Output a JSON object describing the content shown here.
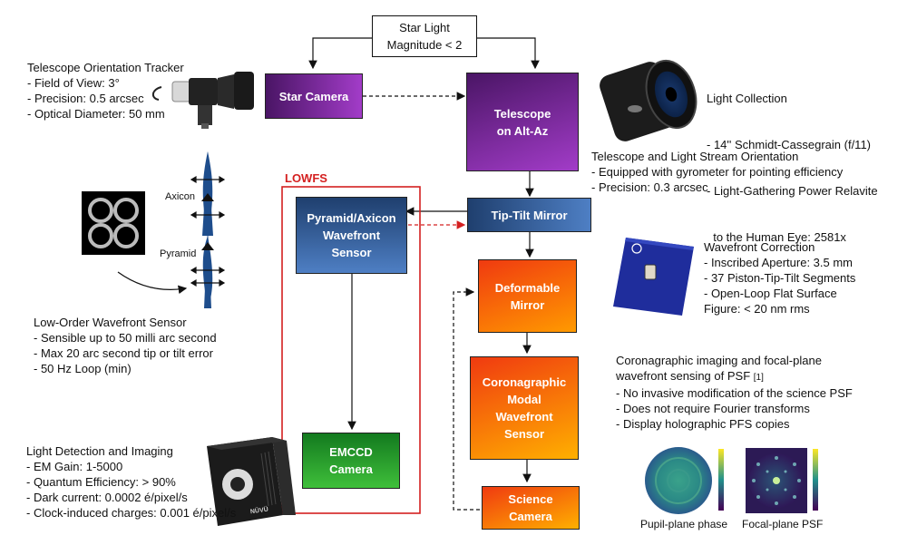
{
  "nodes": {
    "star_light": "Star Light\nMagnitude < 2",
    "star_camera": "Star Camera",
    "telescope": "Telescope\non Alt-Az",
    "tip_tilt": "Tip-Tilt Mirror",
    "pyramid_sensor": "Pyramid/Axicon\nWavefront\nSensor",
    "deformable_mirror": "Deformable\nMirror",
    "coronagraphic_sensor": "Coronagraphic\nModal\nWavefront\nSensor",
    "emccd": "EMCCD\nCamera",
    "science_camera": "Science\nCamera"
  },
  "lowfs_label": "LOWFS",
  "tracker": {
    "title": "Telescope Orientation Tracker",
    "items": [
      "- Field of View: 3°",
      "- Precision: 0.5 arcsec",
      "- Optical Diameter: 50 mm"
    ]
  },
  "light_collection": {
    "title": "Light Collection",
    "items": [
      "- 14'' Schmidt-Cassegrain (f/11)",
      "- Light-Gathering Power Relavite",
      "  to the Human Eye: 2581x"
    ]
  },
  "orientation": {
    "title": "Telescope and Light Stream Orientation",
    "items": [
      "- Equipped with gyrometer for pointing efficiency",
      "- Precision: 0.3 arcsec"
    ]
  },
  "optics_labels": {
    "axicon": "Axicon",
    "pyramid": "Pyramid"
  },
  "low_order": {
    "title": "Low-Order Wavefront Sensor",
    "items": [
      "- Sensible up to 50 milli arc second",
      "- Max 20 arc second tip or tilt error",
      "- 50 Hz Loop (min)"
    ]
  },
  "wavefront_correction": {
    "title": "Wavefront Correction",
    "items": [
      "- Inscribed Aperture: 3.5 mm",
      "- 37 Piston-Tip-Tilt Segments",
      "- Open-Loop Flat Surface",
      "Figure: < 20 nm rms"
    ]
  },
  "coronagraphic": {
    "title": "Coronagraphic imaging and focal-plane",
    "title2": "wavefront sensing of PSF",
    "ref": "[1]",
    "items": [
      "- No invasive modification of the science PSF",
      "- Does not require Fourier transforms",
      "- Display holographic PFS copies"
    ]
  },
  "detection": {
    "title": "Light Detection and Imaging",
    "items": [
      "- EM Gain: 1-5000",
      "- Quantum Efficiency: > 90%",
      "- Dark current: 0.0002 é/pixel/s",
      "- Clock-induced charges: 0.001 é/pixel/s"
    ]
  },
  "camera_brand": "NÜVÜ",
  "captions": {
    "pupil": "Pupil-plane phase",
    "focal": "Focal-plane PSF"
  },
  "colors": {
    "purple_dark": "#4a1565",
    "purple_light": "#a23cc8",
    "blue_dark": "#1f3f6e",
    "blue_light": "#4e7fc4",
    "orange_dark": "#f03a10",
    "orange_light": "#ffb000",
    "green_dark": "#137a1f",
    "green_light": "#3fbf3a",
    "lowfs_red": "#d42020"
  }
}
